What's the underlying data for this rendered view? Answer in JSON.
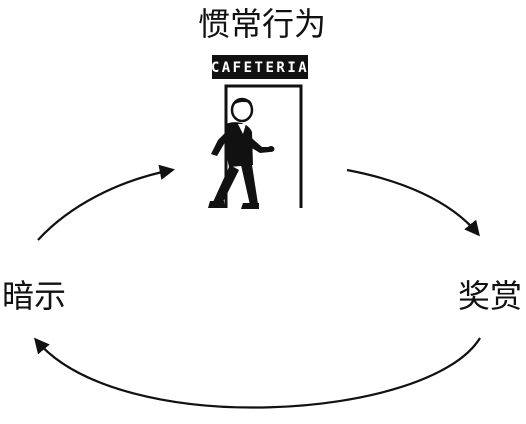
{
  "diagram": {
    "nodes": {
      "top": "惯常行为",
      "left": "暗示",
      "right": "奖赏"
    },
    "sign_text": "CAFETERIA",
    "colors": {
      "ink": "#111111",
      "paper": "#ffffff"
    }
  }
}
